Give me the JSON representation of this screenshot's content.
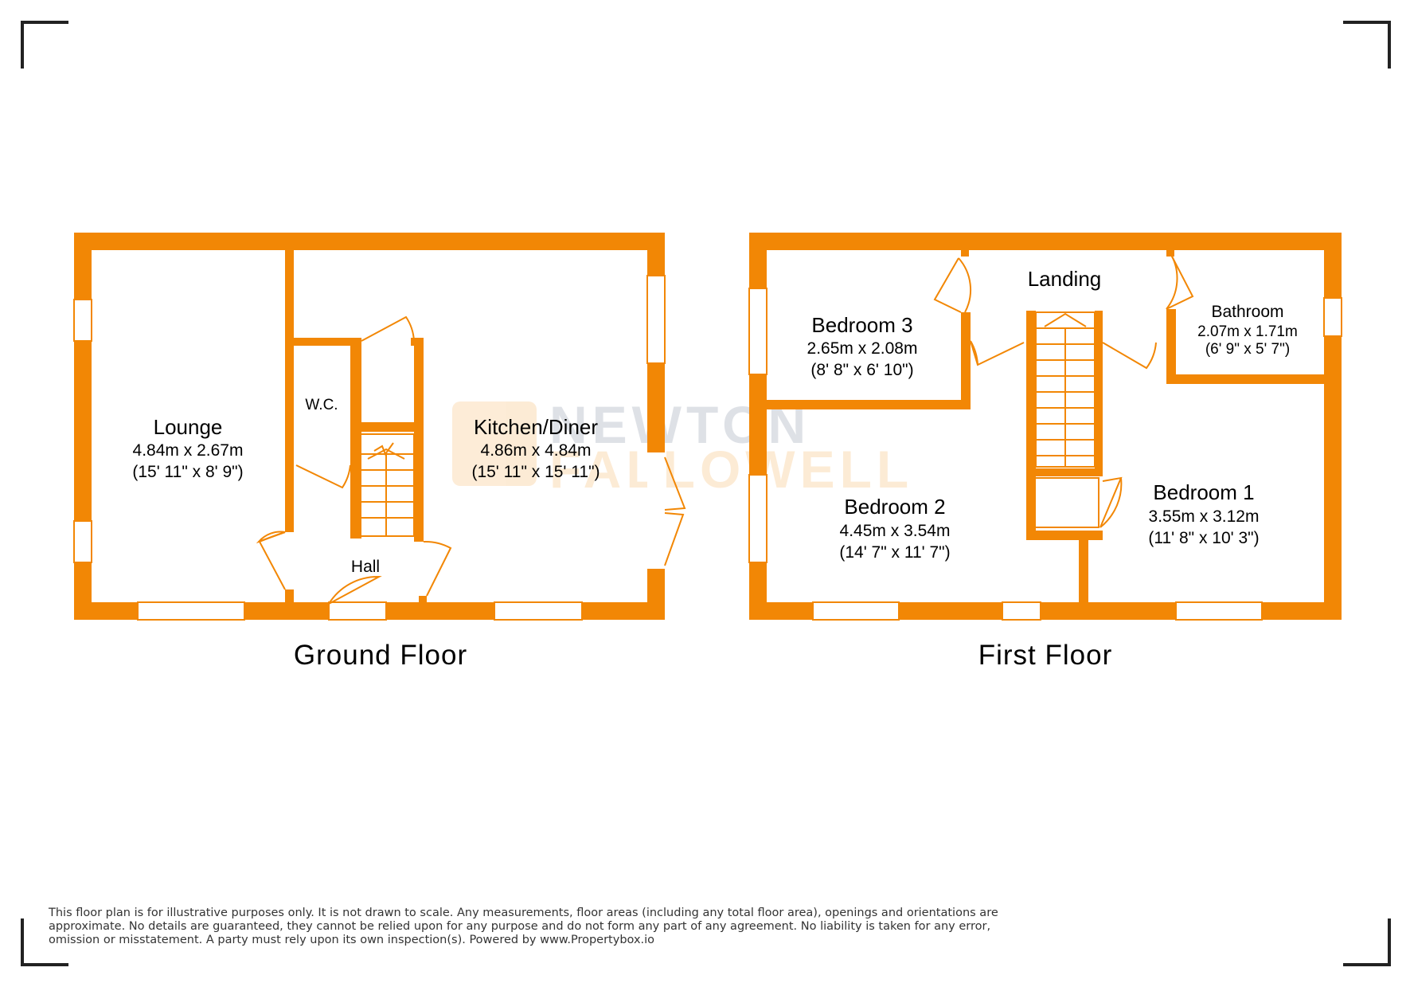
{
  "brand_color": "#f28705",
  "watermark": {
    "line1": "NEWTON",
    "line2": "FALLOWELL"
  },
  "ground_floor": {
    "title": "Ground Floor",
    "rooms": [
      {
        "name": "Lounge",
        "metric": "4.84m x 2.67m",
        "imperial": "(15' 11\" x 8' 9\")"
      },
      {
        "name": "W.C."
      },
      {
        "name": "Kitchen/Diner",
        "metric": "4.86m x 4.84m",
        "imperial": "(15' 11\" x 15' 11\")"
      },
      {
        "name": "Hall"
      }
    ]
  },
  "first_floor": {
    "title": "First Floor",
    "rooms": [
      {
        "name": "Landing"
      },
      {
        "name": "Bedroom 3",
        "metric": "2.65m x 2.08m",
        "imperial": "(8' 8\" x 6' 10\")"
      },
      {
        "name": "Bathroom",
        "metric": "2.07m x 1.71m",
        "imperial": "(6' 9\" x 5' 7\")"
      },
      {
        "name": "Bedroom 2",
        "metric": "4.45m x 3.54m",
        "imperial": "(14' 7\" x 11' 7\")"
      },
      {
        "name": "Bedroom 1",
        "metric": "3.55m x 3.12m",
        "imperial": "(11' 8\" x 10' 3\")"
      }
    ]
  },
  "disclaimer": "This floor plan is for illustrative purposes only. It is not drawn to scale. Any measurements, floor areas (including any total floor area), openings and orientations are approximate. No details are guaranteed, they cannot be relied upon for any purpose and do not form any part of any agreement. No liability is taken for any error, omission or misstatement. A party must rely upon its own inspection(s). Powered by www.Propertybox.io"
}
